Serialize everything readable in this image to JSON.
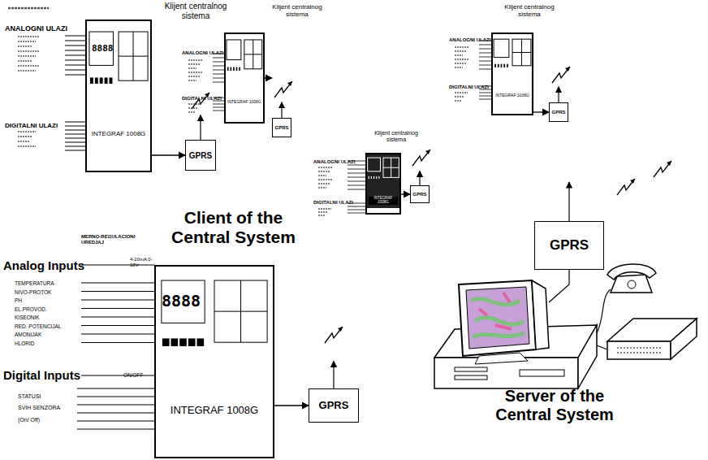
{
  "diagram": {
    "nodes": [
      {
        "text": [
          "INTEGRAF 1008G"
        ]
      },
      {
        "text": [
          "GPRS"
        ]
      },
      {
        "text": [
          "INTEGRAF 1008G"
        ]
      },
      {
        "text": [
          "GPRS"
        ]
      },
      {
        "text": [
          "INTEGRAF 1008G"
        ]
      },
      {
        "text": [
          "GPRS"
        ]
      },
      {
        "text": [
          "INTEGRAF 1008G"
        ]
      },
      {
        "text": [
          "GPRS"
        ]
      },
      {
        "text": [
          "INTEGRAF 1008G"
        ]
      },
      {
        "text": [
          "GPRS"
        ]
      },
      {
        "text": [
          "GPRS"
        ]
      }
    ],
    "edges": [
      {
        "from": 0,
        "to": 1,
        "arrow": "to"
      },
      {
        "from": 2,
        "to": 3,
        "arrow": "to"
      },
      {
        "from": 4,
        "to": 5,
        "arrow": "to"
      },
      {
        "from": 6,
        "to": 7,
        "arrow": "to"
      },
      {
        "from": 8,
        "to": 9,
        "arrow": "to"
      }
    ],
    "labels": [
      "Klijent centralnog sistema",
      "ANALOGNI ULAZI",
      "DIGITALNI ULAZI",
      "8888",
      "Klijent centralnog sistema",
      "ANALOGNI ULAZI",
      "DIGITALNI ULAZI",
      "Klijent centralnog sistema",
      "ANALOGNI ULAZI",
      "DIGITALNI ULAZI",
      "Klijent centralnog sistema",
      "ANALOGNI ULAZI",
      "DIGITALNI ULAZI",
      "Client of the Central System",
      "MERNO-REGULACIONI UREDJAJ",
      "Analog Inputs",
      "4-20mA 0-10V",
      "TEMPERATURA",
      "NIVO-PROTOK",
      "PH",
      "EL.PROVOD.",
      "KISEONIK",
      "RED. POTENCIJAL",
      "AMONIJAK",
      "HLORID",
      "Digital Inputs",
      "ON/OFF",
      "STATUSI",
      "SVIH SENZORA",
      "(On/ Off)",
      "8888",
      "Server of the Central System"
    ]
  }
}
